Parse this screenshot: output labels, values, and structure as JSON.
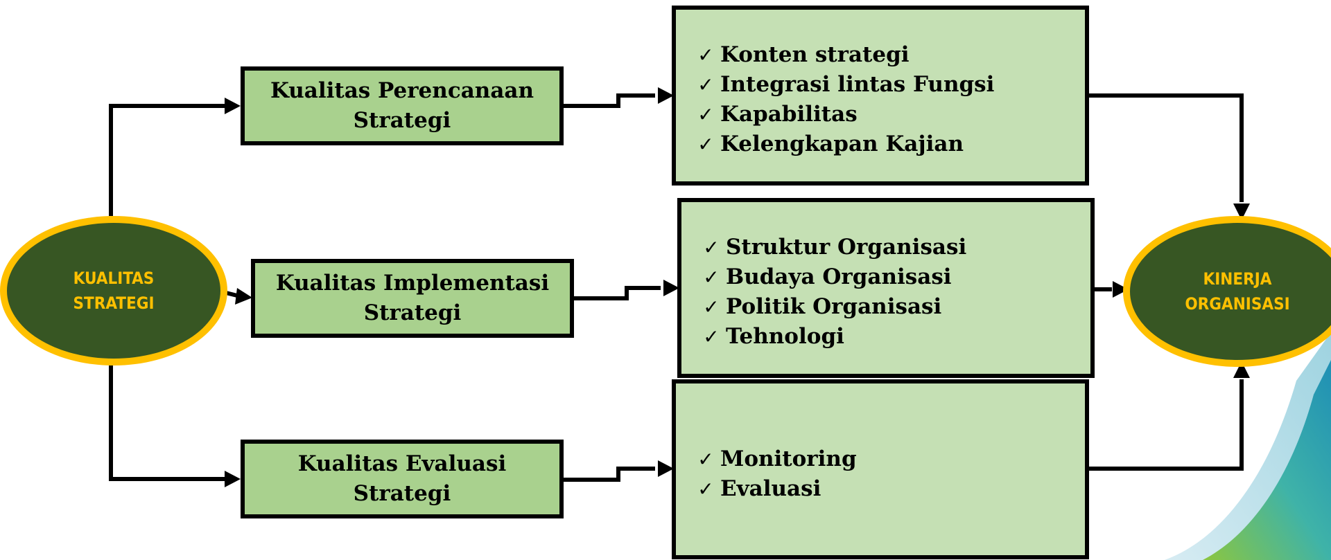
{
  "source": {
    "line1": "KUALITAS",
    "line2": "STRATEGI"
  },
  "target": {
    "line1": "KINERJA",
    "line2": "ORGANISASI"
  },
  "steps": [
    {
      "line1": "Kualitas Perencanaan",
      "line2": "Strategi"
    },
    {
      "line1": "Kualitas Implementasi",
      "line2": "Strategi"
    },
    {
      "line1": "Kualitas Evaluasi",
      "line2": "Strategi"
    }
  ],
  "details": [
    {
      "items": [
        "Konten strategi",
        "Integrasi lintas Fungsi",
        "Kapabilitas",
        "Kelengkapan Kajian"
      ]
    },
    {
      "items": [
        "Struktur Organisasi",
        "Budaya Organisasi",
        "Politik Organisasi",
        "Tehnologi"
      ]
    },
    {
      "items": [
        "Monitoring",
        "Evaluasi"
      ]
    }
  ],
  "check_symbol": "✓",
  "colors": {
    "ellipse_fill": "#375623",
    "ellipse_border": "#ffc000",
    "step_fill": "#a9d18e",
    "detail_fill": "#c5e0b4"
  }
}
